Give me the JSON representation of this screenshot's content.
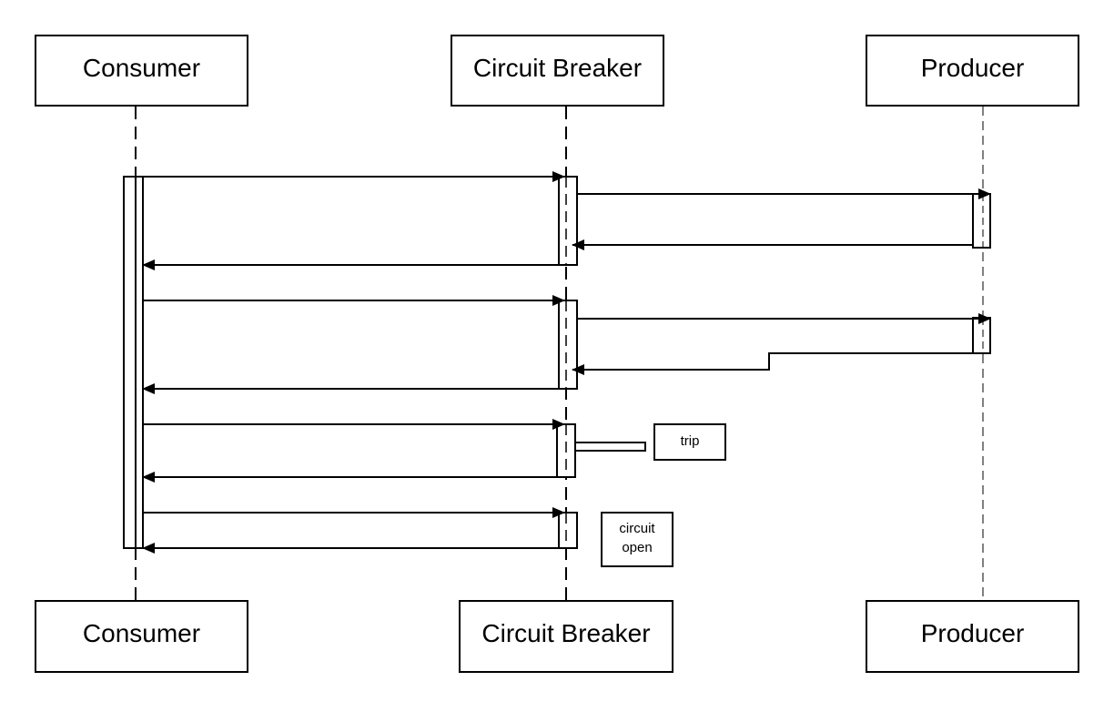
{
  "diagram": {
    "type": "sequence",
    "participants": [
      {
        "id": "consumer",
        "label": "Consumer"
      },
      {
        "id": "breaker",
        "label": "Circuit Breaker"
      },
      {
        "id": "producer",
        "label": "Producer"
      }
    ],
    "notes": {
      "trip": {
        "lines": [
          "trip"
        ]
      },
      "circuit_open": {
        "lines": [
          "circuit",
          "open"
        ]
      }
    },
    "messages": [
      {
        "from": "consumer",
        "to": "breaker",
        "label": ""
      },
      {
        "from": "breaker",
        "to": "producer",
        "label": ""
      },
      {
        "from": "producer",
        "to": "breaker",
        "label": ""
      },
      {
        "from": "breaker",
        "to": "consumer",
        "label": ""
      },
      {
        "from": "consumer",
        "to": "breaker",
        "label": ""
      },
      {
        "from": "breaker",
        "to": "producer",
        "label": ""
      },
      {
        "from": "producer",
        "to": "breaker",
        "label": ""
      },
      {
        "from": "breaker",
        "to": "consumer",
        "label": ""
      },
      {
        "from": "consumer",
        "to": "breaker",
        "label": ""
      },
      {
        "from": "breaker",
        "to": "consumer",
        "label": ""
      },
      {
        "from": "consumer",
        "to": "breaker",
        "label": ""
      },
      {
        "from": "breaker",
        "to": "consumer",
        "label": ""
      }
    ],
    "colors": {
      "stroke": "#000000",
      "background": "#ffffff"
    }
  }
}
